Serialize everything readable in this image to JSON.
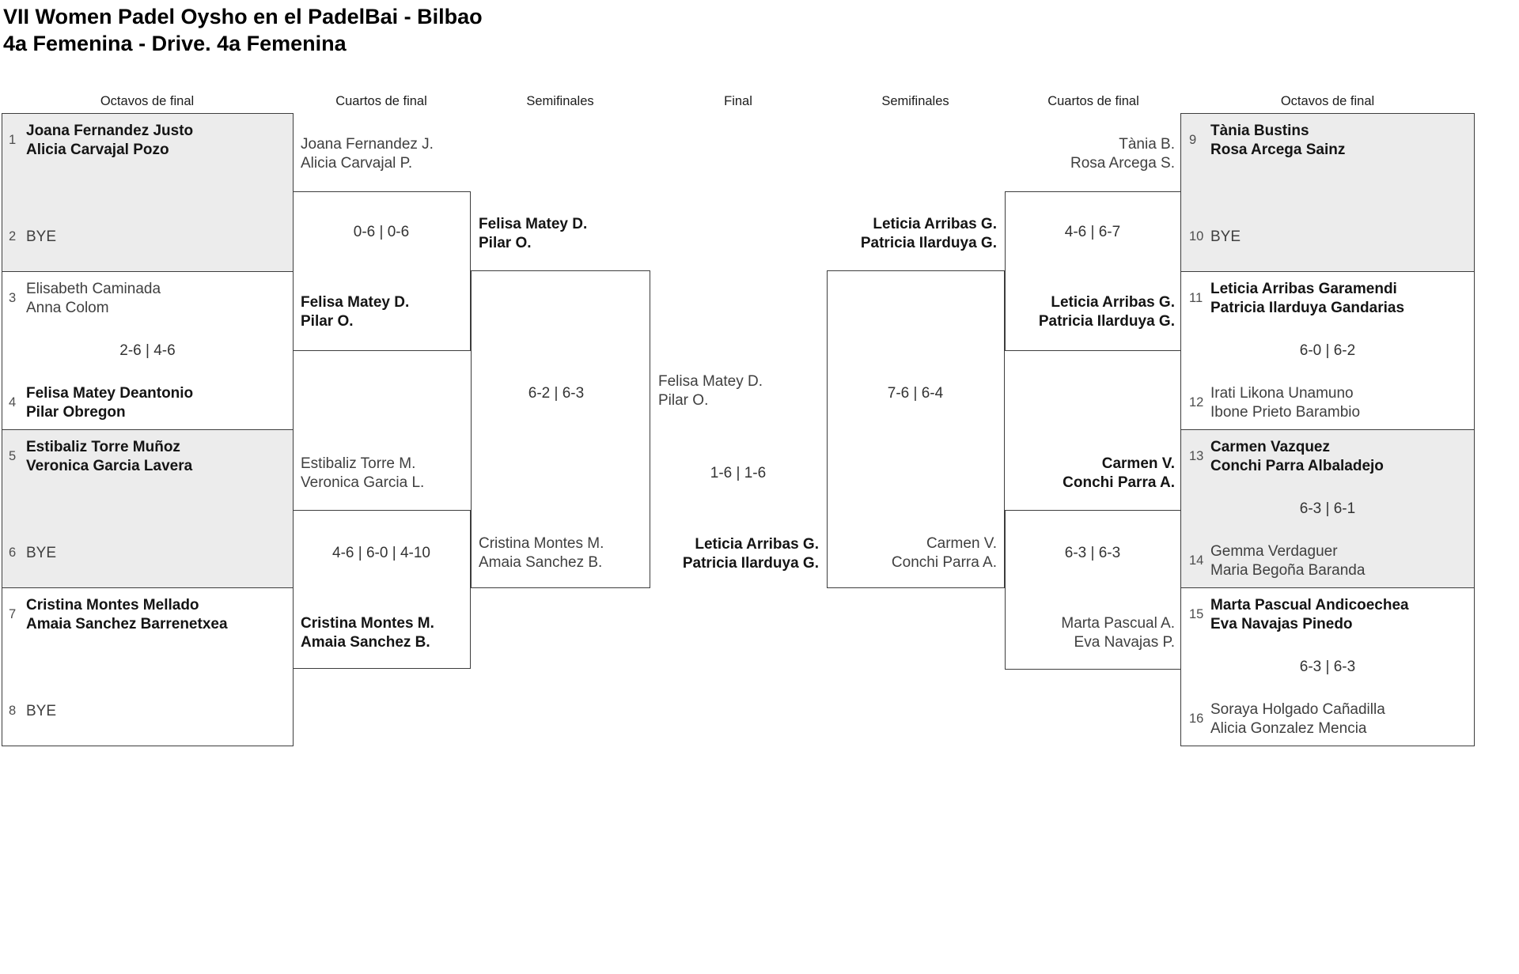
{
  "title": {
    "line1": "VII Women Padel Oysho en el PadelBai - Bilbao",
    "line2": "4a Femenina - Drive. 4a Femenina"
  },
  "round_headers": {
    "octavos_left": "Octavos de final",
    "cuartos_left": "Cuartos de final",
    "semis_left": "Semifinales",
    "final": "Final",
    "semis_right": "Semifinales",
    "cuartos_right": "Cuartos de final",
    "octavos_right": "Octavos de final"
  },
  "colors": {
    "shaded_box": "#ececec",
    "border": "#3d3d3d",
    "winner_text": "#141414",
    "regular_text": "#3f3f3f"
  },
  "matches": {
    "octavos_left": [
      {
        "seed_top": "1",
        "team_top": [
          "Joana Fernandez Justo",
          "Alicia Carvajal Pozo"
        ],
        "score": "",
        "seed_bottom": "2",
        "team_bottom": [
          "BYE"
        ]
      },
      {
        "seed_top": "3",
        "team_top": [
          "Elisabeth Caminada",
          "Anna Colom"
        ],
        "score": "2-6 | 4-6",
        "seed_bottom": "4",
        "team_bottom": [
          "Felisa Matey Deantonio",
          "Pilar Obregon"
        ]
      },
      {
        "seed_top": "5",
        "team_top": [
          "Estibaliz Torre Muñoz",
          "Veronica Garcia Lavera"
        ],
        "score": "",
        "seed_bottom": "6",
        "team_bottom": [
          "BYE"
        ]
      },
      {
        "seed_top": "7",
        "team_top": [
          "Cristina Montes Mellado",
          "Amaia Sanchez Barrenetxea"
        ],
        "score": "",
        "seed_bottom": "8",
        "team_bottom": [
          "BYE"
        ]
      }
    ],
    "octavos_right": [
      {
        "seed_top": "9",
        "team_top": [
          "Tània Bustins",
          "Rosa Arcega Sainz"
        ],
        "score": "",
        "seed_bottom": "10",
        "team_bottom": [
          "BYE"
        ]
      },
      {
        "seed_top": "11",
        "team_top": [
          "Leticia Arribas Garamendi",
          "Patricia Ilarduya Gandarias"
        ],
        "score": "6-0 | 6-2",
        "seed_bottom": "12",
        "team_bottom": [
          "Irati Likona Unamuno",
          "Ibone Prieto Barambio"
        ]
      },
      {
        "seed_top": "13",
        "team_top": [
          "Carmen Vazquez",
          "Conchi Parra Albaladejo"
        ],
        "score": "6-3 | 6-1",
        "seed_bottom": "14",
        "team_bottom": [
          "Gemma Verdaguer",
          "Maria Begoña Baranda"
        ]
      },
      {
        "seed_top": "15",
        "team_top": [
          "Marta Pascual Andicoechea",
          "Eva Navajas Pinedo"
        ],
        "score": "6-3 | 6-3",
        "seed_bottom": "16",
        "team_bottom": [
          "Soraya Holgado Cañadilla",
          "Alicia Gonzalez Mencia"
        ]
      }
    ],
    "cuartos_left": [
      {
        "team_top": [
          "Joana Fernandez J.",
          "Alicia Carvajal P."
        ],
        "score": "0-6 | 0-6",
        "team_bottom": [
          "Felisa Matey D.",
          "Pilar O."
        ]
      },
      {
        "team_top": [
          "Estibaliz Torre M.",
          "Veronica Garcia L."
        ],
        "score": "4-6 | 6-0 | 4-10",
        "team_bottom": [
          "Cristina Montes M.",
          "Amaia Sanchez B."
        ]
      }
    ],
    "cuartos_right": [
      {
        "team_top": [
          "Tània B.",
          "Rosa Arcega S."
        ],
        "score": "4-6 | 6-7",
        "team_bottom": [
          "Leticia Arribas G.",
          "Patricia Ilarduya G."
        ]
      },
      {
        "team_top": [
          "Carmen V.",
          "Conchi Parra A."
        ],
        "score": "6-3 | 6-3",
        "team_bottom": [
          "Marta Pascual A.",
          "Eva Navajas P."
        ]
      }
    ],
    "semifinal_left": {
      "team_top": [
        "Felisa Matey D.",
        "Pilar O."
      ],
      "score": "6-2 | 6-3",
      "team_bottom": [
        "Cristina Montes M.",
        "Amaia Sanchez B."
      ]
    },
    "semifinal_right": {
      "team_top": [
        "Leticia Arribas G.",
        "Patricia Ilarduya G."
      ],
      "score": "7-6 | 6-4",
      "team_bottom": [
        "Carmen V.",
        "Conchi Parra A."
      ]
    },
    "final": {
      "team_top": [
        "Felisa Matey D.",
        "Pilar O."
      ],
      "score": "1-6 | 1-6",
      "team_bottom": [
        "Leticia Arribas G.",
        "Patricia Ilarduya G."
      ]
    }
  }
}
